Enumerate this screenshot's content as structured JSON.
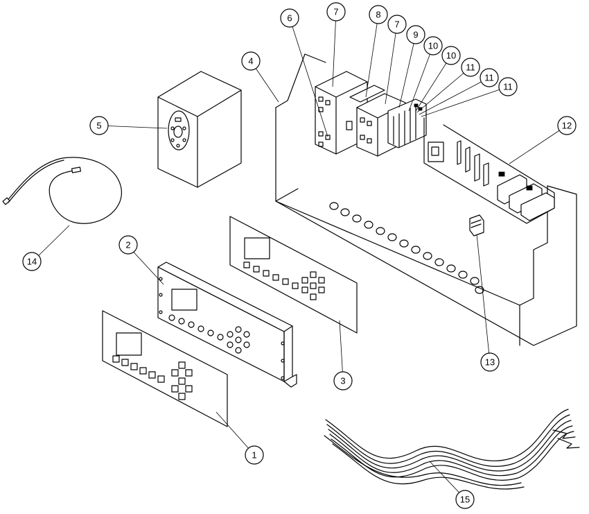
{
  "callouts": [
    "1",
    "2",
    "3",
    "4",
    "5",
    "6",
    "7",
    "8",
    "7",
    "9",
    "10",
    "10",
    "11",
    "11",
    "11",
    "12",
    "13",
    "14",
    "15"
  ]
}
